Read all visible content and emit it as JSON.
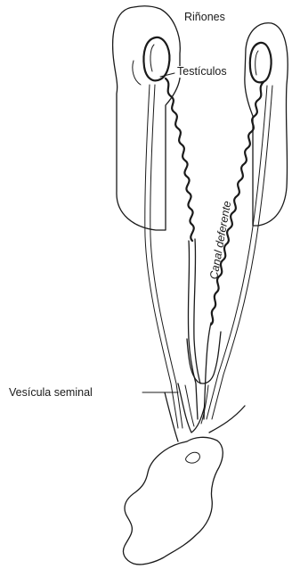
{
  "labels": {
    "kidneys": "Riñones",
    "testicles": "Testículos",
    "vas_deferens": "Canal deferente",
    "seminal_vesicle": "Vesícula seminal"
  },
  "ink_color": "#1a1a1a"
}
